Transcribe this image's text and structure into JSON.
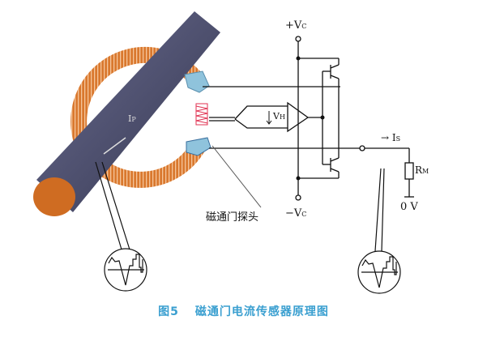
{
  "labels": {
    "plus_vc": "+V",
    "plus_vc_sub": "C",
    "minus_vc": "−V",
    "minus_vc_sub": "C",
    "vh": "V",
    "vh_sub": "H",
    "is_arrow": "→ I",
    "is_sub": "S",
    "rm": "R",
    "rm_sub": "M",
    "zero_v": "0 V",
    "ip": "I",
    "ip_sub": "P",
    "probe": "磁通门探头"
  },
  "caption": {
    "figure": "图5",
    "title": "磁通门电流传感器原理图"
  },
  "colors": {
    "caption": "#3a9fd0",
    "coil": "#d9782e",
    "rod": "#4b4d6e",
    "core": "#8fc3dc",
    "probe": "#e03050"
  }
}
